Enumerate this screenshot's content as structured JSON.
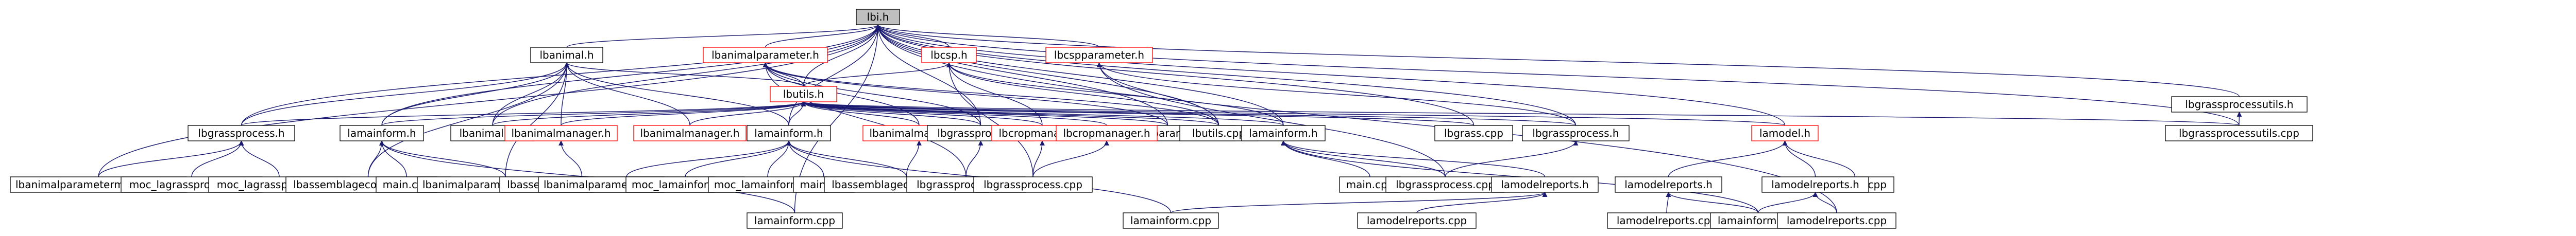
{
  "graph": {
    "root": "lbi.h",
    "colors": {
      "edge": "#191970",
      "node_border": "#000000",
      "node_border_incomplete": "#ff0000",
      "root_fill": "#bfbfbf"
    },
    "nodes": [
      {
        "id": "root",
        "label": "lbi.h",
        "root": true
      },
      {
        "id": "n_animal_h",
        "label": "lbanimal.h"
      },
      {
        "id": "n_animalparam_h",
        "label": "lbanimalparameter.h",
        "red": true
      },
      {
        "id": "n_lbcsp_h",
        "label": "lbcsp.h",
        "red": true
      },
      {
        "id": "n_lbcspparam_h",
        "label": "lbcspparameter.h",
        "red": true
      },
      {
        "id": "n_lbgrassprocessutils_h",
        "label": "lbgrassprocessutils.h"
      },
      {
        "id": "n_lbutils_h",
        "label": "lbutils.h",
        "red": true
      },
      {
        "id": "n_lbanimalparameter_cpp",
        "label": "lbanimalparameter.cpp"
      },
      {
        "id": "n_lbutils_cpp",
        "label": "lbutils.cpp"
      },
      {
        "id": "n_lbgrass_cpp",
        "label": "lbgrass.cpp"
      },
      {
        "id": "n_lbgrassprocessutils_cpp",
        "label": "lbgrassprocessutils.cpp"
      },
      {
        "id": "n_lbgrassprocess_h_left",
        "label": "lbgrassprocess.h"
      },
      {
        "id": "n_lamainform_h_left",
        "label": "lamainform.h"
      },
      {
        "id": "n_lbanimal_cpp",
        "label": "lbanimal.cpp"
      },
      {
        "id": "n_lbanimalmanager_h_top",
        "label": "lbanimalmanager.h",
        "red": true
      },
      {
        "id": "n_lbanimalmanager_h_mid",
        "label": "lbanimalmanager.h",
        "red": true
      },
      {
        "id": "n_lamainform_h_mid",
        "label": "lamainform.h"
      },
      {
        "id": "n_lbanimalmanager_h_right",
        "label": "lbanimalmanager.h",
        "red": true
      },
      {
        "id": "n_lbgrassprocess_h_mid",
        "label": "lbgrassprocess.h"
      },
      {
        "id": "n_lbcropmanager_h",
        "label": "lbcropmanager.h",
        "red": true
      },
      {
        "id": "n_lbcropmanager_h_2",
        "label": "lbcropmanager.h",
        "red": true
      },
      {
        "id": "n_lamainform_h_right",
        "label": "lamainform.h"
      },
      {
        "id": "n_lbgrassprocess_h_right",
        "label": "lbgrassprocess.h"
      },
      {
        "id": "n_lamodel_h",
        "label": "lamodel.h",
        "red": true
      },
      {
        "id": "n_lbanimalparametermanager_cpp_1",
        "label": "lbanimalparametermanager.cpp"
      },
      {
        "id": "n_moc_lbgrassprocess_cxx_1",
        "label": "moc_lagrassprocess.cxx"
      },
      {
        "id": "n_moc_lbgrassprocess_cxx_2",
        "label": "moc_lagrassprocess.cxx"
      },
      {
        "id": "n_lbassemblageconversion_cpp_1",
        "label": "lbassemblageconversion.cpp"
      },
      {
        "id": "n_main_cpp_1",
        "label": "main.cpp"
      },
      {
        "id": "n_lbanimalparametermanager_cpp_2",
        "label": "lbanimalparametermanager.cpp"
      },
      {
        "id": "n_lbassemblageconversion_cpp_2",
        "label": "lbassemblageconversion.cpp"
      },
      {
        "id": "n_lbanimalparametermanager_cpp_3",
        "label": "lbanimalparametermanager.cpp"
      },
      {
        "id": "n_moc_lamainform_cxx_1",
        "label": "moc_lamainform.cxx"
      },
      {
        "id": "n_moc_lamainform_cxx_2",
        "label": "moc_lamainform.cxx"
      },
      {
        "id": "n_main_cpp_2",
        "label": "main.cpp"
      },
      {
        "id": "n_lbassemblageconversion_cpp_3",
        "label": "lbassemblageconversion.cpp"
      },
      {
        "id": "n_lbgrassprocess_cpp_1",
        "label": "lbgrassprocess.cpp"
      },
      {
        "id": "n_lbgrassprocess_cpp_2",
        "label": "lbgrassprocess.cpp"
      },
      {
        "id": "n_main_cpp_3",
        "label": "main.cpp"
      },
      {
        "id": "n_lbgrassprocess_cpp_3",
        "label": "lbgrassprocess.cpp"
      },
      {
        "id": "n_lamodelreports_h_1",
        "label": "lamodelreports.h"
      },
      {
        "id": "n_lamodelreports_h_2",
        "label": "lamodelreports.h"
      },
      {
        "id": "n_lamodel_cpp",
        "label": "lamodel.cpp"
      },
      {
        "id": "n_lamodelreports_h_3",
        "label": "lamodelreports.h"
      },
      {
        "id": "n_lamainform_cpp_1",
        "label": "lamainform.cpp"
      },
      {
        "id": "n_lamainform_cpp_2",
        "label": "lamainform.cpp"
      },
      {
        "id": "n_lamodelreports_cpp_1",
        "label": "lamodelreports.cpp"
      },
      {
        "id": "n_lamodelreports_cpp_2",
        "label": "lamodelreports.cpp"
      },
      {
        "id": "n_lamainform_cpp_3",
        "label": "lamainform.cpp"
      },
      {
        "id": "n_lamodelreports_cpp_3",
        "label": "lamodelreports.cpp"
      }
    ],
    "edges": [
      [
        "n_animal_h",
        "root"
      ],
      [
        "n_animalparam_h",
        "root"
      ],
      [
        "n_lbcsp_h",
        "root"
      ],
      [
        "n_lbcspparam_h",
        "root"
      ],
      [
        "n_lbgrassprocessutils_h",
        "root"
      ],
      [
        "n_lbutils_h",
        "root"
      ],
      [
        "n_lbanimalparameter_cpp",
        "root"
      ],
      [
        "n_lbutils_cpp",
        "root"
      ],
      [
        "n_lbgrass_cpp",
        "root"
      ],
      [
        "n_lamodel_h",
        "root"
      ],
      [
        "n_lbgrassprocess_h_left",
        "root"
      ],
      [
        "n_lamainform_h_left",
        "root"
      ],
      [
        "n_lbanimal_cpp",
        "root"
      ],
      [
        "n_lamainform_h_mid",
        "root"
      ],
      [
        "n_lamainform_h_right",
        "root"
      ],
      [
        "n_lbgrassprocess_h_mid",
        "root"
      ],
      [
        "n_lbgrassprocess_h_right",
        "root"
      ],
      [
        "n_lbanimalparametermanager_cpp_1",
        "root"
      ],
      [
        "n_lamainform_cpp_1",
        "root"
      ],
      [
        "n_lamodelreports_cpp_3",
        "root"
      ],
      [
        "n_lbgrassprocessutils_cpp",
        "root"
      ],
      [
        "n_lbutils_h",
        "n_animal_h"
      ],
      [
        "n_lbanimalmanager_h_top",
        "n_animal_h"
      ],
      [
        "n_lbanimal_cpp",
        "n_animal_h"
      ],
      [
        "n_lbgrassprocess_h_left",
        "n_animal_h"
      ],
      [
        "n_lamainform_h_left",
        "n_animal_h"
      ],
      [
        "n_lbanimalparametermanager_cpp_2",
        "n_animal_h"
      ],
      [
        "n_lbassemblageconversion_cpp_1",
        "n_animal_h"
      ],
      [
        "n_lbanimalmanager_h_mid",
        "n_animal_h"
      ],
      [
        "n_lamainform_h_mid",
        "n_animal_h"
      ],
      [
        "n_lbutils_h",
        "n_animalparam_h"
      ],
      [
        "n_lbanimalparameter_cpp",
        "n_animalparam_h"
      ],
      [
        "n_lbanimalmanager_h_right",
        "n_animalparam_h"
      ],
      [
        "n_lbgrassprocess_h_mid",
        "n_animalparam_h"
      ],
      [
        "n_lbutils_cpp",
        "n_animalparam_h"
      ],
      [
        "n_lbgrassprocess_cpp_1",
        "n_animalparam_h"
      ],
      [
        "n_lbutils_h",
        "n_lbcsp_h"
      ],
      [
        "n_lbcropmanager_h",
        "n_lbcsp_h"
      ],
      [
        "n_lamainform_h_right",
        "n_lbcsp_h"
      ],
      [
        "n_lbutils_cpp",
        "n_lbcsp_h"
      ],
      [
        "n_lbgrassprocess_cpp_2",
        "n_lbcsp_h"
      ],
      [
        "n_lbutils_cpp",
        "n_lbcspparam_h"
      ],
      [
        "n_lbgrassprocess_h_right",
        "n_lbcspparam_h"
      ],
      [
        "n_lbgrassprocess_cpp_3",
        "n_lbcspparam_h"
      ],
      [
        "n_lbgrassprocessutils_cpp",
        "n_lbgrassprocessutils_h"
      ],
      [
        "n_lbgrassprocess_h_left",
        "n_lbutils_h"
      ],
      [
        "n_lamainform_h_left",
        "n_lbutils_h"
      ],
      [
        "n_lbanimal_cpp",
        "n_lbutils_h"
      ],
      [
        "n_lbanimalmanager_h_top",
        "n_lbutils_h"
      ],
      [
        "n_lbanimalmanager_h_mid",
        "n_lbutils_h"
      ],
      [
        "n_lamainform_h_mid",
        "n_lbutils_h"
      ],
      [
        "n_lbanimalmanager_h_right",
        "n_lbutils_h"
      ],
      [
        "n_lbgrassprocess_h_mid",
        "n_lbutils_h"
      ],
      [
        "n_lbcropmanager_h",
        "n_lbutils_h"
      ],
      [
        "n_lbcropmanager_h_2",
        "n_lbutils_h"
      ],
      [
        "n_lamainform_h_right",
        "n_lbutils_h"
      ],
      [
        "n_lbgrassprocess_h_right",
        "n_lbutils_h"
      ],
      [
        "n_lbanimalparameter_cpp",
        "n_lbutils_h"
      ],
      [
        "n_lbutils_cpp",
        "n_lbutils_h"
      ],
      [
        "n_lbgrass_cpp",
        "n_lbutils_h"
      ],
      [
        "n_lamodel_h",
        "n_lbutils_h"
      ],
      [
        "n_lbgrassprocessutils_cpp",
        "n_lbutils_h"
      ],
      [
        "n_lbanimalparametermanager_cpp_1",
        "n_lbgrassprocess_h_left"
      ],
      [
        "n_moc_lbgrassprocess_cxx_1",
        "n_lbgrassprocess_h_left"
      ],
      [
        "n_moc_lbgrassprocess_cxx_2",
        "n_lbgrassprocess_h_left"
      ],
      [
        "n_lbassemblageconversion_cpp_1",
        "n_lamainform_h_left"
      ],
      [
        "n_main_cpp_1",
        "n_lamainform_h_left"
      ],
      [
        "n_lbanimalparametermanager_cpp_2",
        "n_lamainform_h_left"
      ],
      [
        "n_lamainform_cpp_1",
        "n_lamainform_h_left"
      ],
      [
        "n_lbassemblageconversion_cpp_2",
        "n_lbanimalmanager_h_top"
      ],
      [
        "n_lbanimalparametermanager_cpp_3",
        "n_lamainform_h_mid"
      ],
      [
        "n_moc_lamainform_cxx_1",
        "n_lamainform_h_mid"
      ],
      [
        "n_moc_lamainform_cxx_2",
        "n_lamainform_h_mid"
      ],
      [
        "n_main_cpp_2",
        "n_lamainform_h_mid"
      ],
      [
        "n_lbassemblageconversion_cpp_3",
        "n_lamainform_h_mid"
      ],
      [
        "n_lamainform_cpp_2",
        "n_lamainform_h_mid"
      ],
      [
        "n_lbassemblageconversion_cpp_3",
        "n_lbanimalmanager_h_right"
      ],
      [
        "n_lbgrassprocess_cpp_1",
        "n_lbgrassprocess_h_mid"
      ],
      [
        "n_lbgrassprocess_cpp_2",
        "n_lbcropmanager_h"
      ],
      [
        "n_lbgrassprocess_cpp_2",
        "n_lbcropmanager_h_2"
      ],
      [
        "n_main_cpp_3",
        "n_lamainform_h_right"
      ],
      [
        "n_lbgrassprocess_cpp_3",
        "n_lamainform_h_right"
      ],
      [
        "n_lamodelreports_h_1",
        "n_lamainform_h_right"
      ],
      [
        "n_lamainform_cpp_3",
        "n_lamainform_h_right"
      ],
      [
        "n_lbgrassprocess_cpp_3",
        "n_lbgrassprocess_h_right"
      ],
      [
        "n_lamodelreports_h_2",
        "n_lamodel_h"
      ],
      [
        "n_lamodel_cpp",
        "n_lamodel_h"
      ],
      [
        "n_lamodelreports_h_3",
        "n_lamodel_h"
      ],
      [
        "n_lamodelreports_cpp_1",
        "n_lamodelreports_h_1"
      ],
      [
        "n_lamainform_cpp_2",
        "n_lamodelreports_h_1"
      ],
      [
        "n_lamodelreports_cpp_2",
        "n_lamodelreports_h_2"
      ],
      [
        "n_lamainform_cpp_3",
        "n_lamodelreports_h_2"
      ],
      [
        "n_lamodelreports_cpp_3",
        "n_lamodelreports_h_3"
      ],
      [
        "n_lamainform_cpp_3",
        "n_lamodelreports_h_3"
      ],
      [
        "n_lamodel_cpp",
        "n_lamodelreports_h_3"
      ]
    ]
  }
}
